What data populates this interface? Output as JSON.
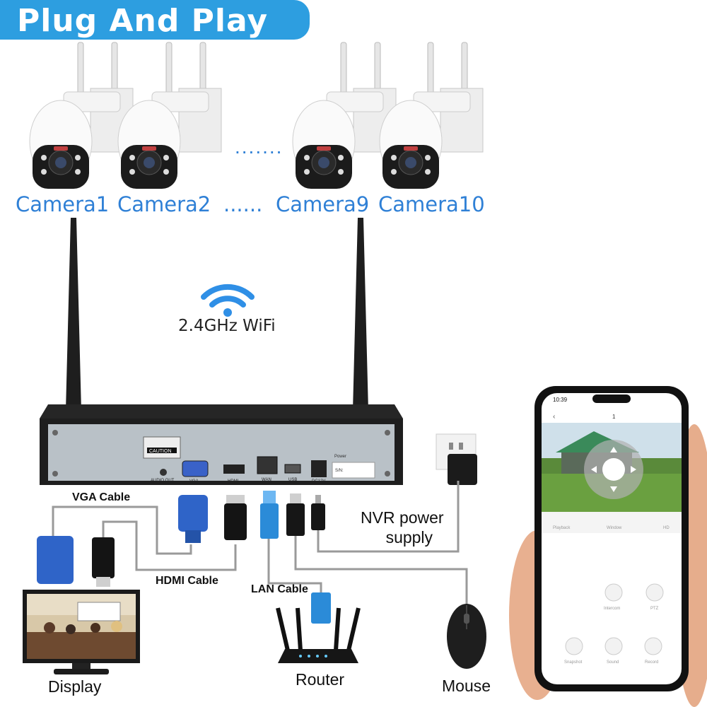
{
  "banner": {
    "title": "Plug And Play",
    "color": "#2d9ee0"
  },
  "cameras": {
    "labels": [
      "Camera1",
      "Camera2",
      "Camera9",
      "Camera10"
    ],
    "separator": "......",
    "label_color": "#2f80d6"
  },
  "wifi": {
    "label": "2.4GHz WiFi",
    "icon": "wifi-icon",
    "color": "#2f8fe6"
  },
  "nvr": {
    "caution": "CAUTION",
    "ports": [
      "AUDIO OUT",
      "VGA",
      "HDMI",
      "WAN",
      "USB",
      "DC12V"
    ],
    "power_tag": "Power"
  },
  "cables": {
    "vga": "VGA Cable",
    "hdmi": "HDMI Cable",
    "lan": "LAN Cable"
  },
  "power_supply": {
    "line1": "NVR power",
    "line2": "supply"
  },
  "devices": {
    "display": "Display",
    "router": "Router",
    "mouse": "Mouse"
  },
  "phone": {
    "time": "10:39",
    "channel": "1",
    "tabs": [
      "Playback",
      "Window",
      "HD"
    ],
    "controls": [
      "Intercom",
      "PTZ",
      "Snapshot",
      "Sound",
      "Record"
    ]
  }
}
